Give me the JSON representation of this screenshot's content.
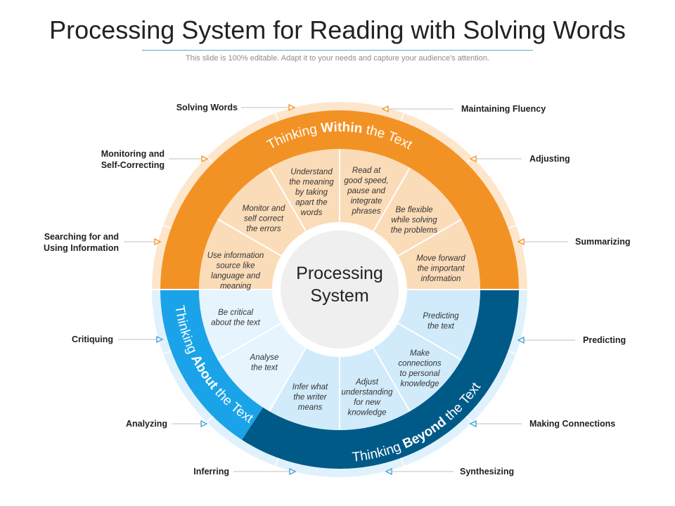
{
  "header": {
    "title": "Processing System for Reading with Solving Words",
    "subtitle": "This slide is 100% editable. Adapt it to your needs and capture your audience's attention."
  },
  "center": {
    "line1": "Processing",
    "line2": "System"
  },
  "rings": {
    "within": {
      "pre": "Thinking ",
      "bold": "Within",
      "post": " the Text"
    },
    "about": {
      "pre": "Thinking ",
      "bold": "About",
      "post": " the Text"
    },
    "beyond": {
      "pre": "Thinking ",
      "bold": "Beyond",
      "post": " the Text"
    }
  },
  "segments": [
    {
      "id": "s1",
      "lines": [
        "Use information",
        "source like",
        "language and",
        "meaning"
      ]
    },
    {
      "id": "s2",
      "lines": [
        "Monitor and",
        "self correct",
        "the errors"
      ]
    },
    {
      "id": "s3",
      "lines": [
        "Understand",
        "the meaning",
        "by taking",
        "apart the",
        "words"
      ]
    },
    {
      "id": "s4",
      "lines": [
        "Read at",
        "good speed,",
        "pause and",
        "integrate",
        "phrases"
      ]
    },
    {
      "id": "s5",
      "lines": [
        "Be flexible",
        "while solving",
        "the problems"
      ]
    },
    {
      "id": "s6",
      "lines": [
        "Move forward",
        "the important",
        "information"
      ]
    },
    {
      "id": "s7",
      "lines": [
        "Predicting",
        "the text"
      ]
    },
    {
      "id": "s8",
      "lines": [
        "Make",
        "connections",
        "to personal",
        "knowledge"
      ]
    },
    {
      "id": "s9",
      "lines": [
        "Adjust",
        "understanding",
        "for new",
        "knowledge"
      ]
    },
    {
      "id": "s10",
      "lines": [
        "Infer what",
        "the writer",
        "means"
      ]
    },
    {
      "id": "s11",
      "lines": [
        "Analyse",
        "the text"
      ]
    },
    {
      "id": "s12",
      "lines": [
        "Be critical",
        "about the text"
      ]
    }
  ],
  "left_labels": [
    {
      "id": "solving-words",
      "lines": [
        "Solving Words"
      ]
    },
    {
      "id": "monitoring",
      "lines": [
        "Monitoring and",
        "Self-Correcting"
      ]
    },
    {
      "id": "searching",
      "lines": [
        "Searching for and",
        "Using  Information"
      ]
    },
    {
      "id": "critiquing",
      "lines": [
        "Critiquing"
      ]
    },
    {
      "id": "analyzing",
      "lines": [
        "Analyzing"
      ]
    },
    {
      "id": "inferring",
      "lines": [
        "Inferring"
      ]
    }
  ],
  "right_labels": [
    {
      "id": "maintaining-fluency",
      "lines": [
        "Maintaining Fluency"
      ]
    },
    {
      "id": "adjusting",
      "lines": [
        "Adjusting"
      ]
    },
    {
      "id": "summarizing",
      "lines": [
        "Summarizing"
      ]
    },
    {
      "id": "predicting",
      "lines": [
        "Predicting"
      ]
    },
    {
      "id": "making-connections",
      "lines": [
        "Making Connections"
      ]
    },
    {
      "id": "synthesizing",
      "lines": [
        "Synthesizing"
      ]
    }
  ],
  "colors": {
    "orange": "#f39224",
    "orange_light": "#fbdcb8",
    "orange_outer": "#fde6cc",
    "cyan": "#1aa3e8",
    "blue_light": "#d1ebfa",
    "blue_lighter": "#e6f4fd",
    "blue_outer": "#dff1fc",
    "navy": "#005a87",
    "center": "#efefef",
    "arrow_orange": "#f39224",
    "arrow_blue": "#3c9fd6"
  }
}
